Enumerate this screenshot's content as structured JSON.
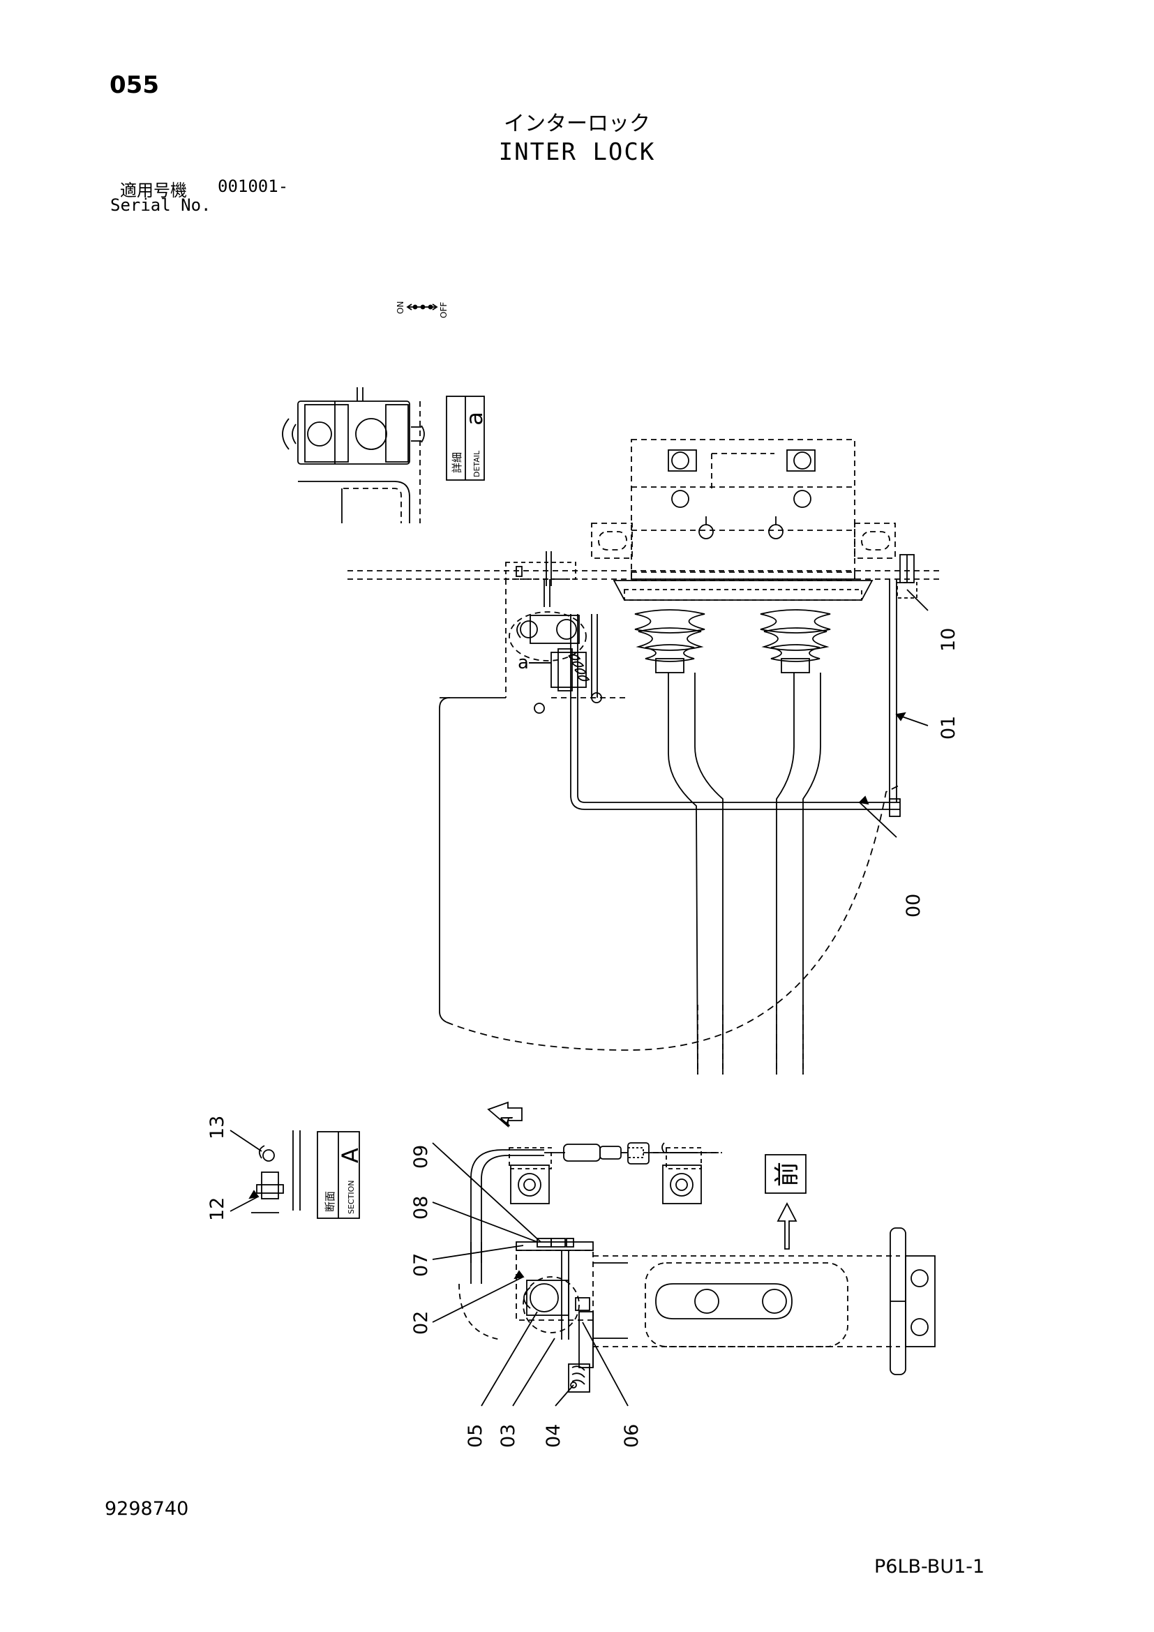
{
  "header": {
    "page_number": "055",
    "title_jp": "インターロック",
    "title_en": "INTER LOCK",
    "serial_label_jp": "適用号機",
    "serial_number": "001001-",
    "serial_label_en": "Serial No."
  },
  "footer": {
    "document_number": "9298740",
    "reference_code": "P6LB-BU1-1"
  },
  "switch_legend": {
    "on_label": "ON",
    "off_label": "OFF"
  },
  "detail_box": {
    "letter": "a",
    "label_jp": "詳細",
    "label_en": "DETAIL"
  },
  "section_box": {
    "letter": "A",
    "label_jp": "断面",
    "label_en": "SECTION"
  },
  "markers": {
    "detail_marker": "a",
    "section_arrow": "A",
    "front_label": "前"
  },
  "part_callouts": [
    "00",
    "01",
    "02",
    "03",
    "04",
    "05",
    "06",
    "07",
    "08",
    "09",
    "10",
    "12",
    "13"
  ]
}
